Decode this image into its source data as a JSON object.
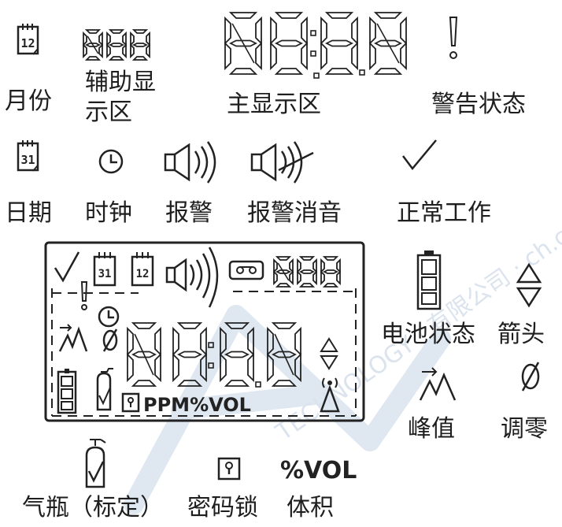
{
  "legend": {
    "month": "月份",
    "aux_display": "辅助显\n示区",
    "main_display": "主显示区",
    "warning": "警告状态",
    "date": "日期",
    "clock": "时钟",
    "alarm": "报警",
    "alarm_mute": "报警消音",
    "normal": "正常工作",
    "battery": "电池状态",
    "arrows": "箭头",
    "peak": "峰值",
    "zero": "调零",
    "cylinder": "气瓶（标定）",
    "password_lock": "密码锁",
    "volume": "体积"
  },
  "icon_text": {
    "month_number": "12",
    "date_number": "31",
    "unit_text": "%VOL",
    "lcd_unit": "PPM%VOL"
  },
  "watermark_text": "TECHNOLOGY · 有限公司 · ch.com · 专家",
  "colors": {
    "ink": "#222222",
    "ghost_segment": "#bbbbbb",
    "watermark": "#dde6f0"
  }
}
